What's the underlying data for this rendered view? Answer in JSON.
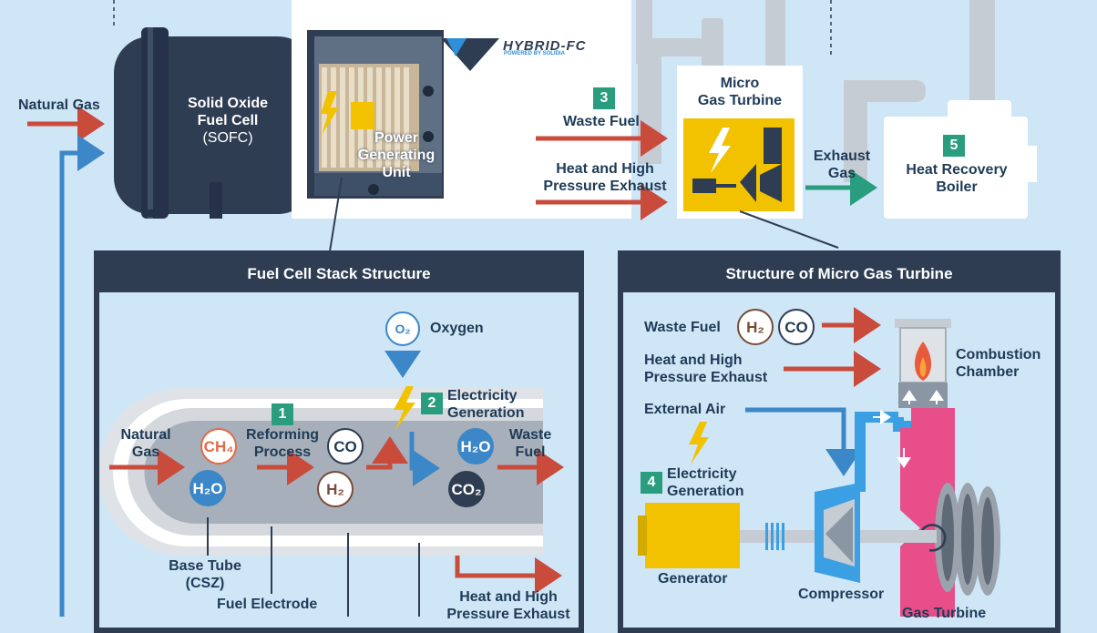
{
  "colors": {
    "background": "#cfe6f6",
    "dark": "#2e3d52",
    "red_arrow": "#c94b3c",
    "blue_arrow": "#3b87c7",
    "teal": "#2a9d7f",
    "yellow": "#f2c200",
    "pink": "#e84f8a"
  },
  "top": {
    "natural_gas": "Natural Gas",
    "sofc_title": "Solid Oxide Fuel Cell (SOFC)",
    "sofc_line1": "Solid Oxide",
    "sofc_line2": "Fuel Cell",
    "sofc_line3": "(SOFC)",
    "power_unit_line1": "Power",
    "power_unit_line2": "Generating",
    "power_unit_line3": "Unit",
    "logo_text": "HYBRID-FC",
    "logo_sub": "POWERED BY SOLIDIA",
    "step3_num": "3",
    "waste_fuel": "Waste Fuel",
    "heat_exhaust_line1": "Heat and High",
    "heat_exhaust_line2": "Pressure Exhaust",
    "mgt_line1": "Micro",
    "mgt_line2": "Gas Turbine",
    "exhaust_line1": "Exhaust",
    "exhaust_line2": "Gas",
    "step5_num": "5",
    "boiler_line1": "Heat Recovery",
    "boiler_line2": "Boiler"
  },
  "left_panel": {
    "title": "Fuel Cell Stack Structure",
    "oxygen_symbol": "O₂",
    "oxygen_label": "Oxygen",
    "natural_gas_line1": "Natural",
    "natural_gas_line2": "Gas",
    "ch4": "CH₄",
    "h2o_in": "H₂O",
    "step1_num": "1",
    "reforming_line1": "Reforming",
    "reforming_line2": "Process",
    "co": "CO",
    "h2": "H₂",
    "step2_num": "2",
    "electricity_line1": "Electricity",
    "electricity_line2": "Generation",
    "h2o_out": "H₂O",
    "co2": "CO₂",
    "waste_fuel_line1": "Waste",
    "waste_fuel_line2": "Fuel",
    "base_tube_line1": "Base Tube",
    "base_tube_line2": "(CSZ)",
    "fuel_electrode": "Fuel Electrode",
    "heat_exhaust_line1": "Heat and High",
    "heat_exhaust_line2": "Pressure Exhaust"
  },
  "right_panel": {
    "title": "Structure of Micro Gas Turbine",
    "waste_fuel": "Waste Fuel",
    "h2": "H₂",
    "co": "CO",
    "heat_exhaust_line1": "Heat and High",
    "heat_exhaust_line2": "Pressure Exhaust",
    "combustion_line1": "Combustion",
    "combustion_line2": "Chamber",
    "external_air": "External Air",
    "step4_num": "4",
    "electricity_line1": "Electricity",
    "electricity_line2": "Generation",
    "generator": "Generator",
    "compressor": "Compressor",
    "gas_turbine": "Gas Turbine"
  }
}
